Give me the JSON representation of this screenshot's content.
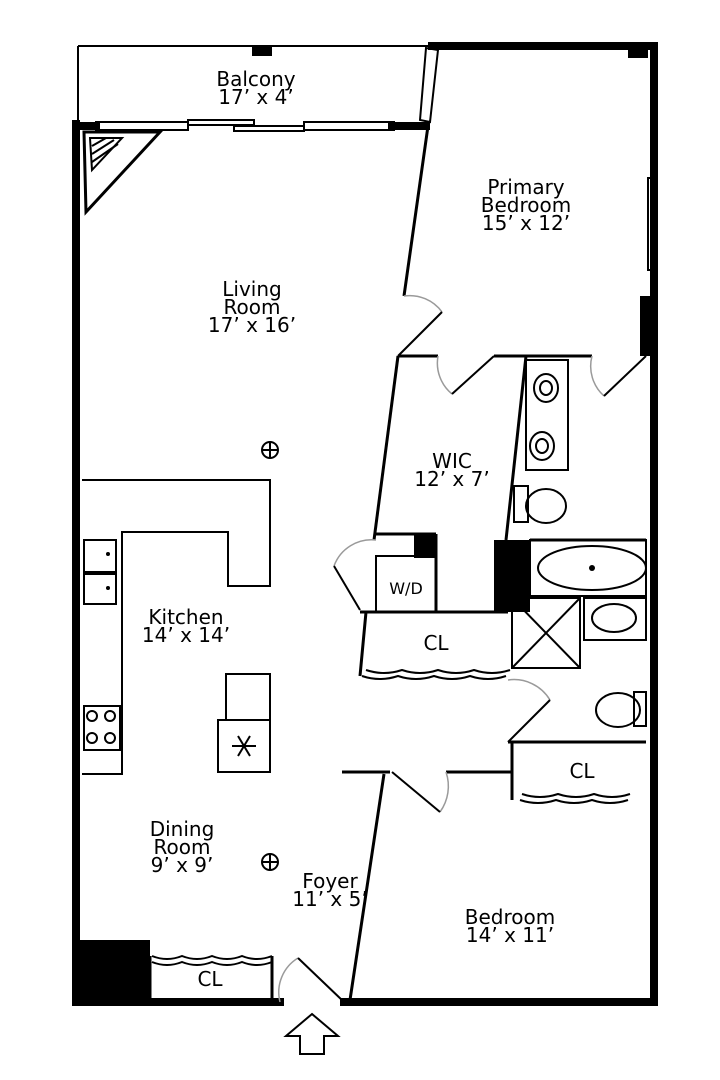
{
  "rooms": {
    "balcony": {
      "name": "Balcony",
      "size": "17’ x 4’"
    },
    "primary_bedroom": {
      "name_line1": "Primary",
      "name_line2": "Bedroom",
      "size": "15’ x 12’"
    },
    "living_room": {
      "name_line1": "Living",
      "name_line2": "Room",
      "size": "17’ x 16’"
    },
    "wic": {
      "name": "WIC",
      "size": "12’ x 7’"
    },
    "kitchen": {
      "name": "Kitchen",
      "size": "14’ x 14’"
    },
    "dining_room": {
      "name_line1": "Dining",
      "name_line2": "Room",
      "size": "9’ x 9’"
    },
    "foyer": {
      "name": "Foyer",
      "size": "11’ x 5’"
    },
    "bedroom": {
      "name": "Bedroom",
      "size": "14’ x 11’"
    }
  },
  "closets": {
    "hall": "CL",
    "bath": "CL",
    "entry": "CL"
  },
  "laundry": "W/D"
}
